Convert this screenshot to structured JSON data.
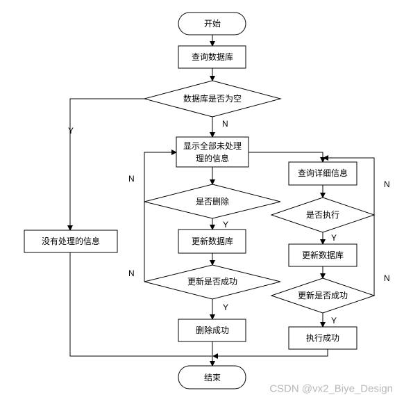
{
  "flowchart": {
    "start": "开始",
    "query_db": "查询数据库",
    "db_empty_q": "数据库是否为空",
    "no_info": "没有处理的信息",
    "show_all_1": "显示全部未处理",
    "show_all_2": "理的信息",
    "delete_q": "是否删除",
    "update_db_left": "更新数据库",
    "update_success_q_left": "更新是否成功",
    "delete_success": "删除成功",
    "query_detail": "查询详细信息",
    "execute_q": "是否执行",
    "update_db_right": "更新数据库",
    "update_success_q_right": "更新是否成功",
    "execute_success": "执行成功",
    "end": "结束"
  },
  "branch_labels": {
    "yes": "Y",
    "no": "N"
  },
  "watermark": "CSDN @vx2_Biye_Design"
}
